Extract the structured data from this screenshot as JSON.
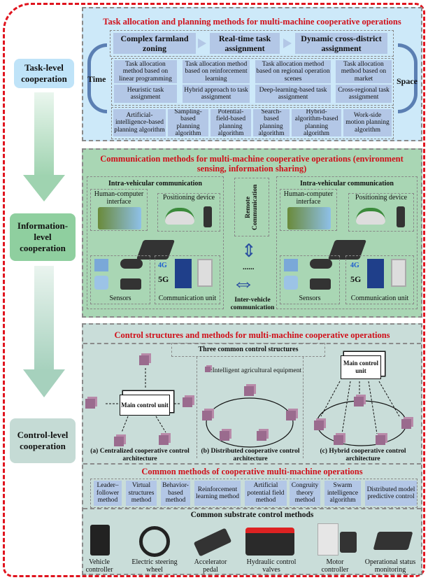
{
  "levels": [
    "Task-level cooperation",
    "Information-level cooperation",
    "Control-level cooperation"
  ],
  "task": {
    "title": "Task allocation and planning methods for multi-machine cooperative operations",
    "stages": [
      "Complex farmland zoning",
      "Real-time task assignment",
      "Dynamic cross-district assignment"
    ],
    "time_label": "Time",
    "space_label": "Space",
    "methods": [
      "Task allocation method based on linear programming",
      "Task allocation method based on reinforcement learning",
      "Task allocation method based on regional operation scenes",
      "Task allocation method based on market",
      "Heuristic task assignment",
      "Hybrid approach to task assignment",
      "Deep-learning-based task assignment",
      "Cross-regional task assignment"
    ],
    "planning": [
      "Artificial-intelligence-based planning algorithm",
      "Sampling-based planning algorithm",
      "Potential-field-based planning algorithm",
      "Search-based planning algorithm",
      "Hybrid-algorithm-based planning algorithm",
      "Work-side motion planning algorithm"
    ]
  },
  "comm": {
    "title": "Communication methods for multi-machine cooperative operations (environment sensing, information sharing)",
    "intra": "Intra-vehicular communication",
    "hci": "Human-computer interface",
    "positioning": "Positioning device",
    "sensors": "Sensors",
    "comm_unit": "Communication unit",
    "remote": "Remote Communication",
    "inter": "Inter-vehicle communication",
    "dots": "......",
    "g4": "4G",
    "g5": "5G"
  },
  "control": {
    "title": "Control structures and methods for multi-machine cooperative operations",
    "structures_title": "Three common control structures",
    "main_unit": "Main control unit",
    "legend": ":Intelligent agricultural equipment",
    "captions": [
      "(a) Centralized cooperative control architecture",
      "(b) Distributed cooperative control architecture",
      "(c) Hybrid cooperative control architecture"
    ],
    "methods_title": "Common methods of cooperative multi-machine operations",
    "methods": [
      "Leader–follower method",
      "Virtual structures method",
      "Behavior-based method",
      "Reinforcement learning method",
      "Artificial potential field method",
      "Congruity theory method",
      "Swarm intelligence algorithm",
      "Distributed model predictive control"
    ],
    "substrate_title": "Common substrate control methods",
    "substrate": [
      "Vehicle controller",
      "Electric steering wheel",
      "Accelerator pedal",
      "Hydraulic control valves",
      "Motor controller",
      "Operational status monitoring"
    ]
  },
  "colors": {
    "accent": "#d0101a",
    "task_bg": "#cde9f9",
    "comm_bg": "#a9d6b4",
    "control_bg": "#c9ddd9",
    "cell": "#b3c7e6",
    "cube": "#9a6b8e"
  }
}
